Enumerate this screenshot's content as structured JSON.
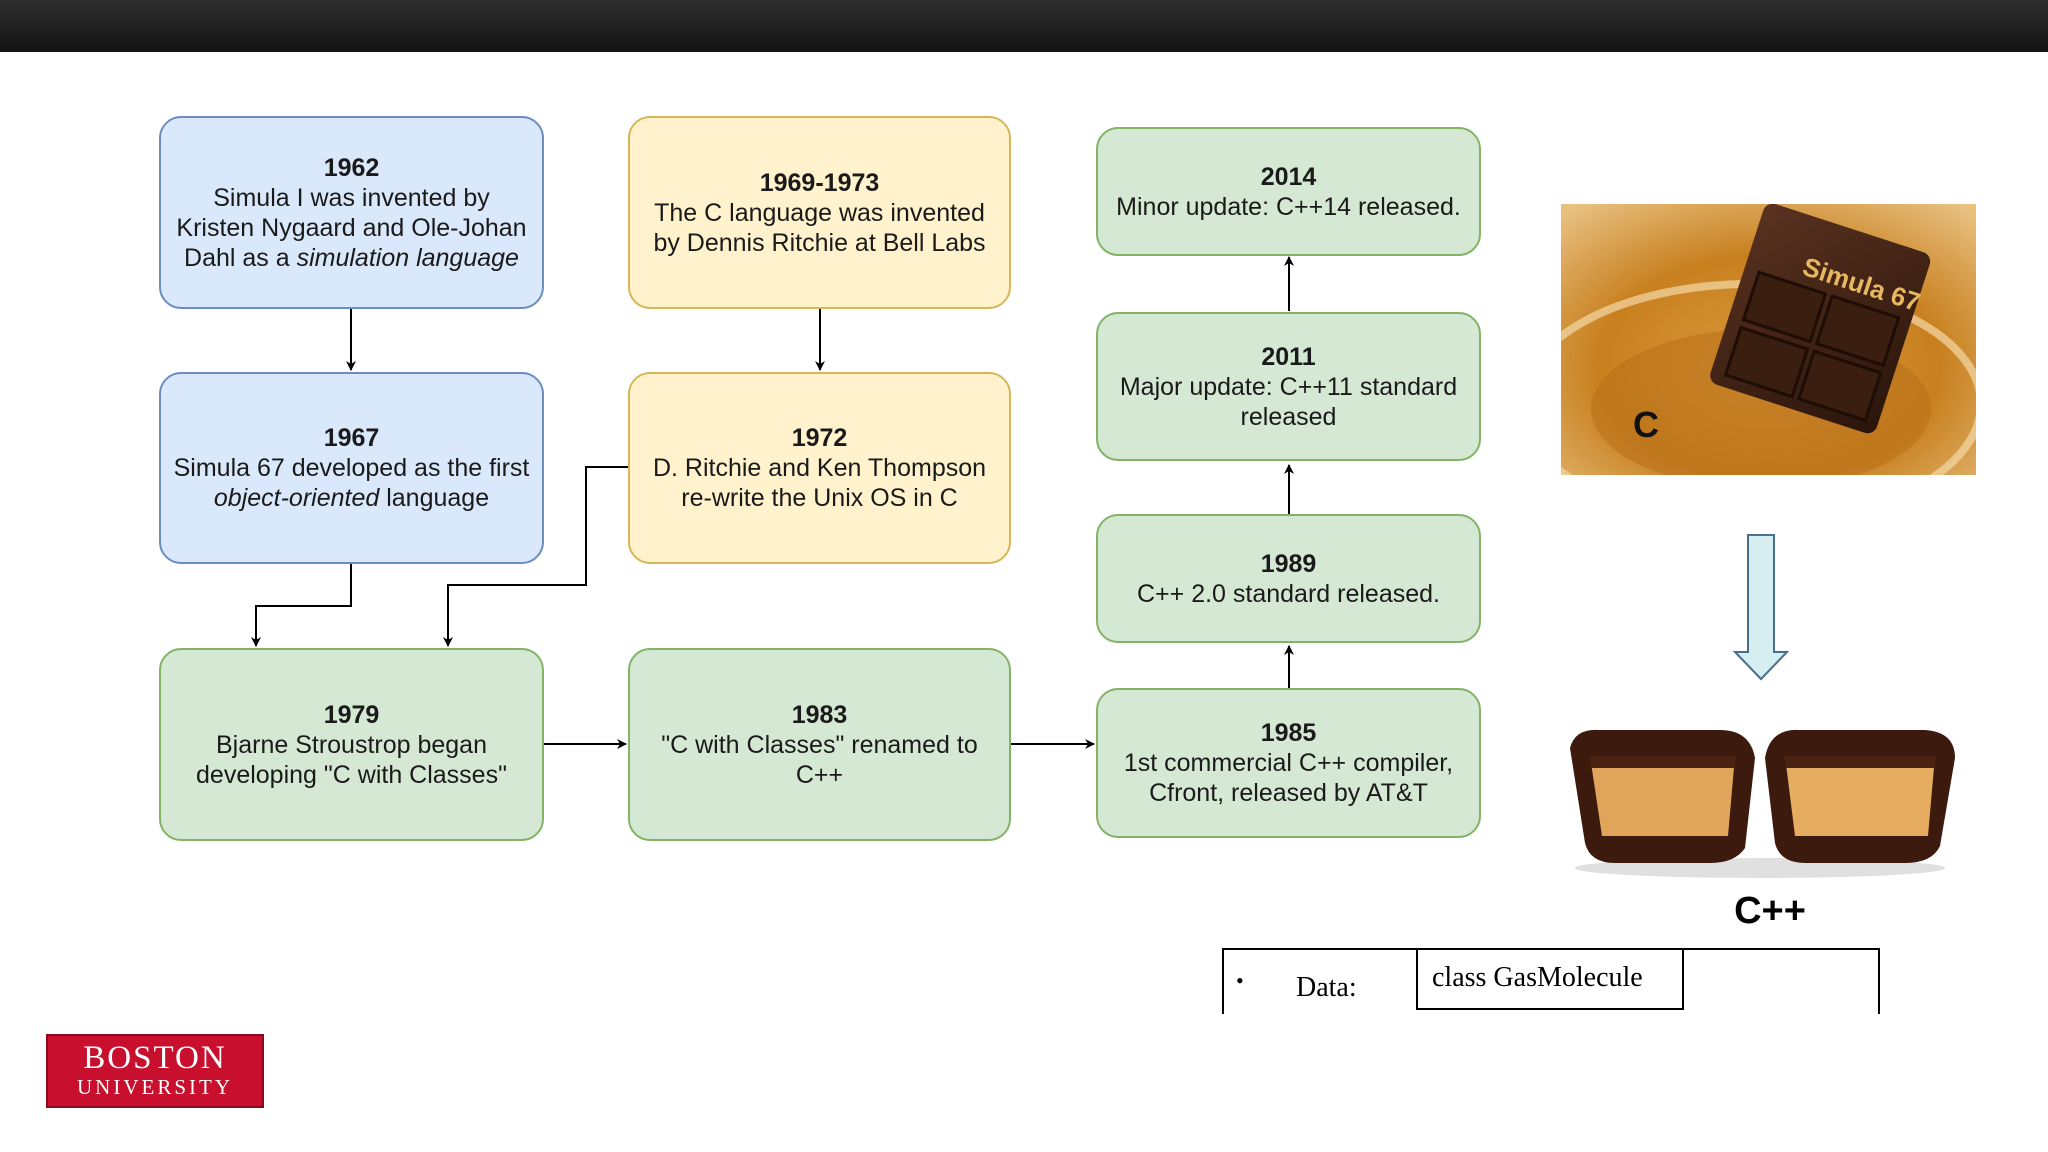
{
  "timeline": {
    "b1962": {
      "year": "1962",
      "line1": "Simula I was invented by",
      "line2": "Kristen Nygaard and Ole-Johan",
      "line3_pre": "Dahl as a ",
      "line3_em": "simulation language"
    },
    "b1967": {
      "year": "1967",
      "line1": "Simula 67 developed as the first",
      "line2_em": "object-oriented",
      "line2_post": " language"
    },
    "b1969": {
      "year": "1969-1973",
      "line1": "The C language was invented",
      "line2": "by Dennis Ritchie at Bell Labs"
    },
    "b1972": {
      "year": "1972",
      "line1": "D. Ritchie and Ken Thompson",
      "line2": "re-write the Unix OS in C"
    },
    "b1979": {
      "year": "1979",
      "line1": "Bjarne Stroustrop began",
      "line2": "developing \"C with Classes\""
    },
    "b1983": {
      "year": "1983",
      "line1": "\"C with Classes\" renamed to",
      "line2": "C++"
    },
    "b1985": {
      "year": "1985",
      "line1": "1st commercial C++ compiler,",
      "line2": "Cfront,  released by AT&T"
    },
    "b1989": {
      "year": "1989",
      "line1": "C++ 2.0 standard released."
    },
    "b2011": {
      "year": "2011",
      "line1": "Major update: C++11 standard",
      "line2": "released"
    },
    "b2014": {
      "year": "2014",
      "line1": "Minor update: C++14 released."
    }
  },
  "illustration": {
    "chocolate_label": "Simula 67",
    "caramel_label": "C",
    "result_caption": "C++"
  },
  "table_fragment": {
    "bullet": "•",
    "key": "Data:",
    "value": "class GasMolecule"
  },
  "logo": {
    "line1": "BOSTON",
    "line2": "UNIVERSITY"
  }
}
